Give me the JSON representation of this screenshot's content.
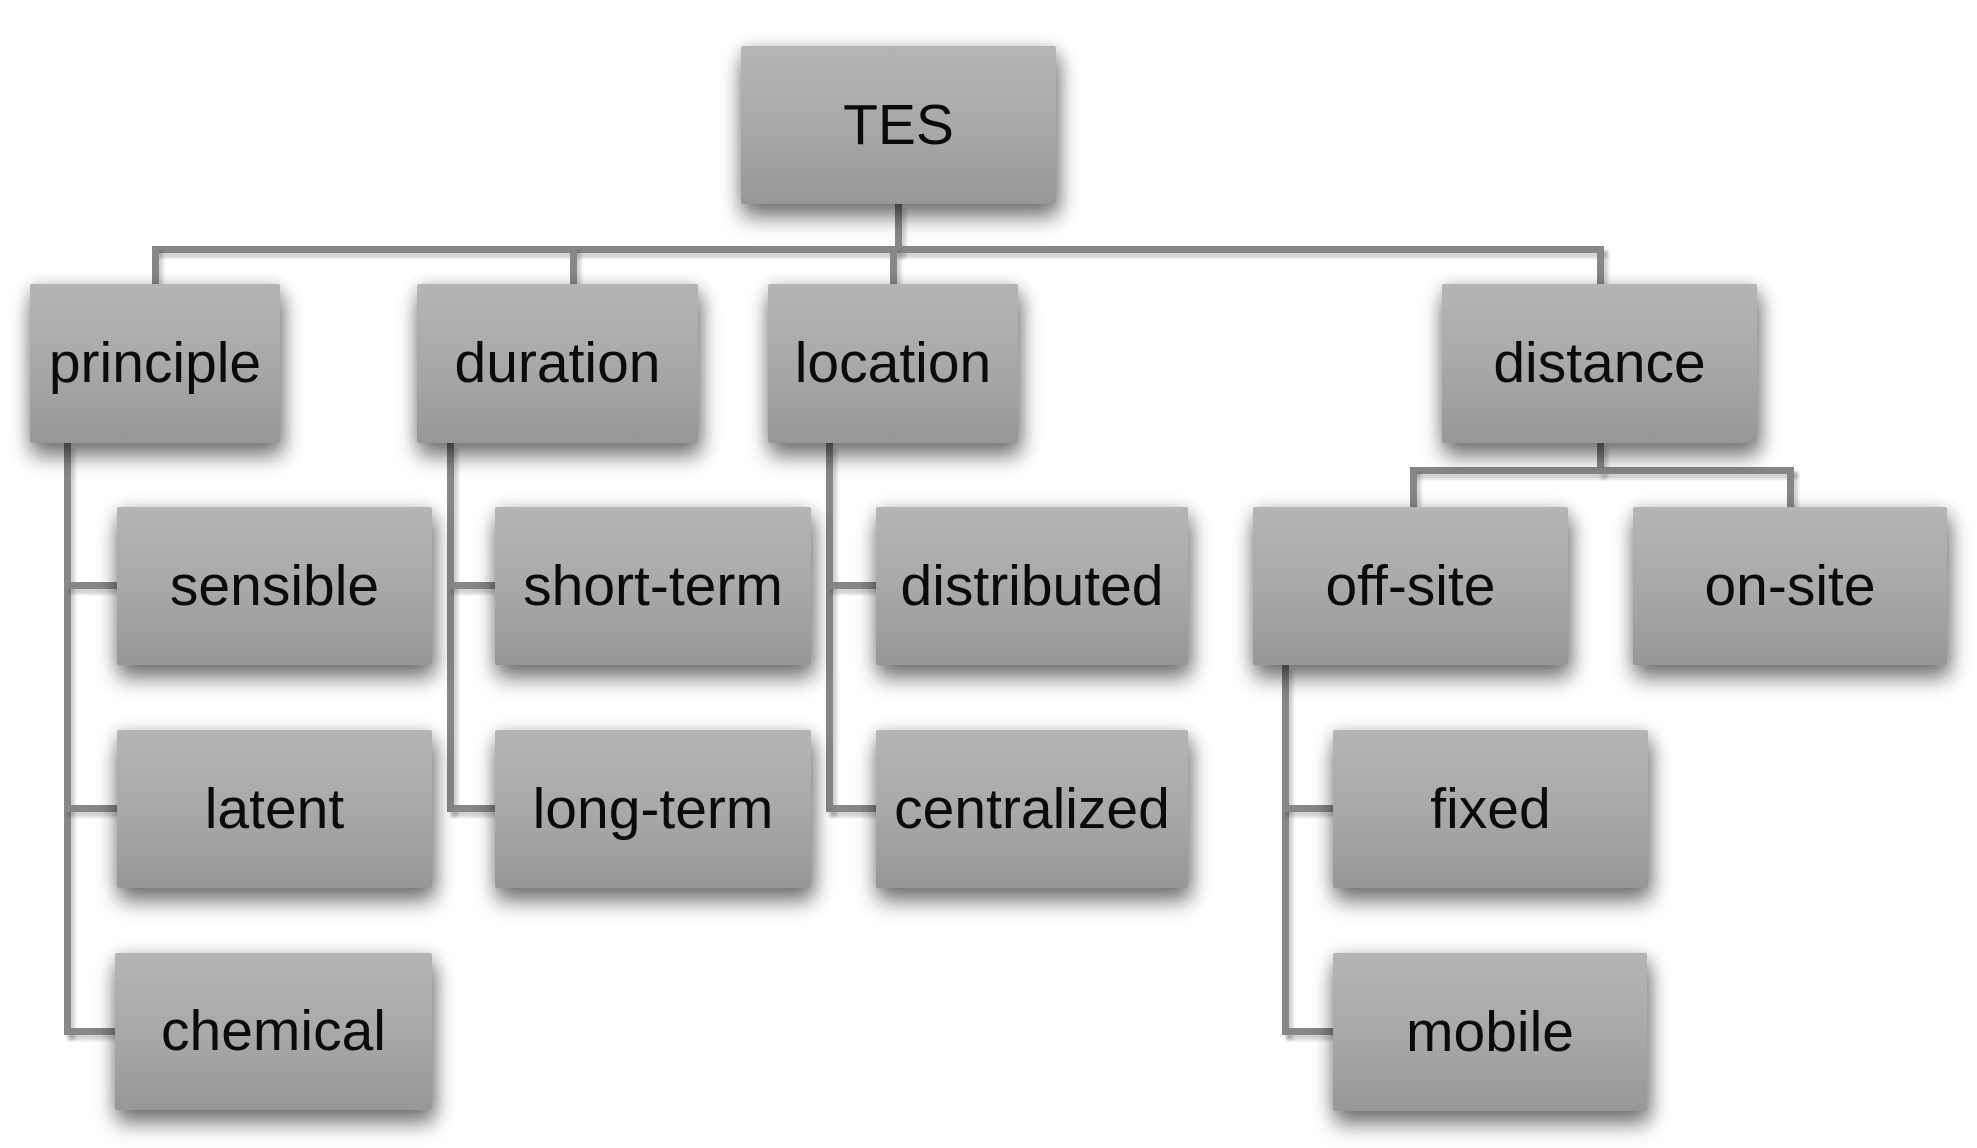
{
  "diagram": {
    "description": "Classification tree of TES (thermal energy storage)",
    "colors": {
      "background": "#ffffff",
      "box_fill_top": "#b5b5b5",
      "box_fill_bottom": "#979797",
      "box_text": "#0b0b0b",
      "connector": "#878787"
    },
    "nodes": {
      "tes": {
        "label": "TES"
      },
      "principle": {
        "label": "principle"
      },
      "duration": {
        "label": "duration"
      },
      "location": {
        "label": "location"
      },
      "distance": {
        "label": "distance"
      },
      "sensible": {
        "label": "sensible"
      },
      "latent": {
        "label": "latent"
      },
      "chemical": {
        "label": "chemical"
      },
      "short_term": {
        "label": "short-term"
      },
      "long_term": {
        "label": "long-term"
      },
      "distributed": {
        "label": "distributed"
      },
      "centralized": {
        "label": "centralized"
      },
      "off_site": {
        "label": "off-site"
      },
      "on_site": {
        "label": "on-site"
      },
      "fixed": {
        "label": "fixed"
      },
      "mobile": {
        "label": "mobile"
      }
    },
    "hierarchy": {
      "TES": {
        "principle": [
          "sensible",
          "latent",
          "chemical"
        ],
        "duration": [
          "short-term",
          "long-term"
        ],
        "location": [
          "distributed",
          "centralized"
        ],
        "distance": {
          "off-site": [
            "fixed",
            "mobile"
          ],
          "on-site": []
        }
      }
    }
  }
}
